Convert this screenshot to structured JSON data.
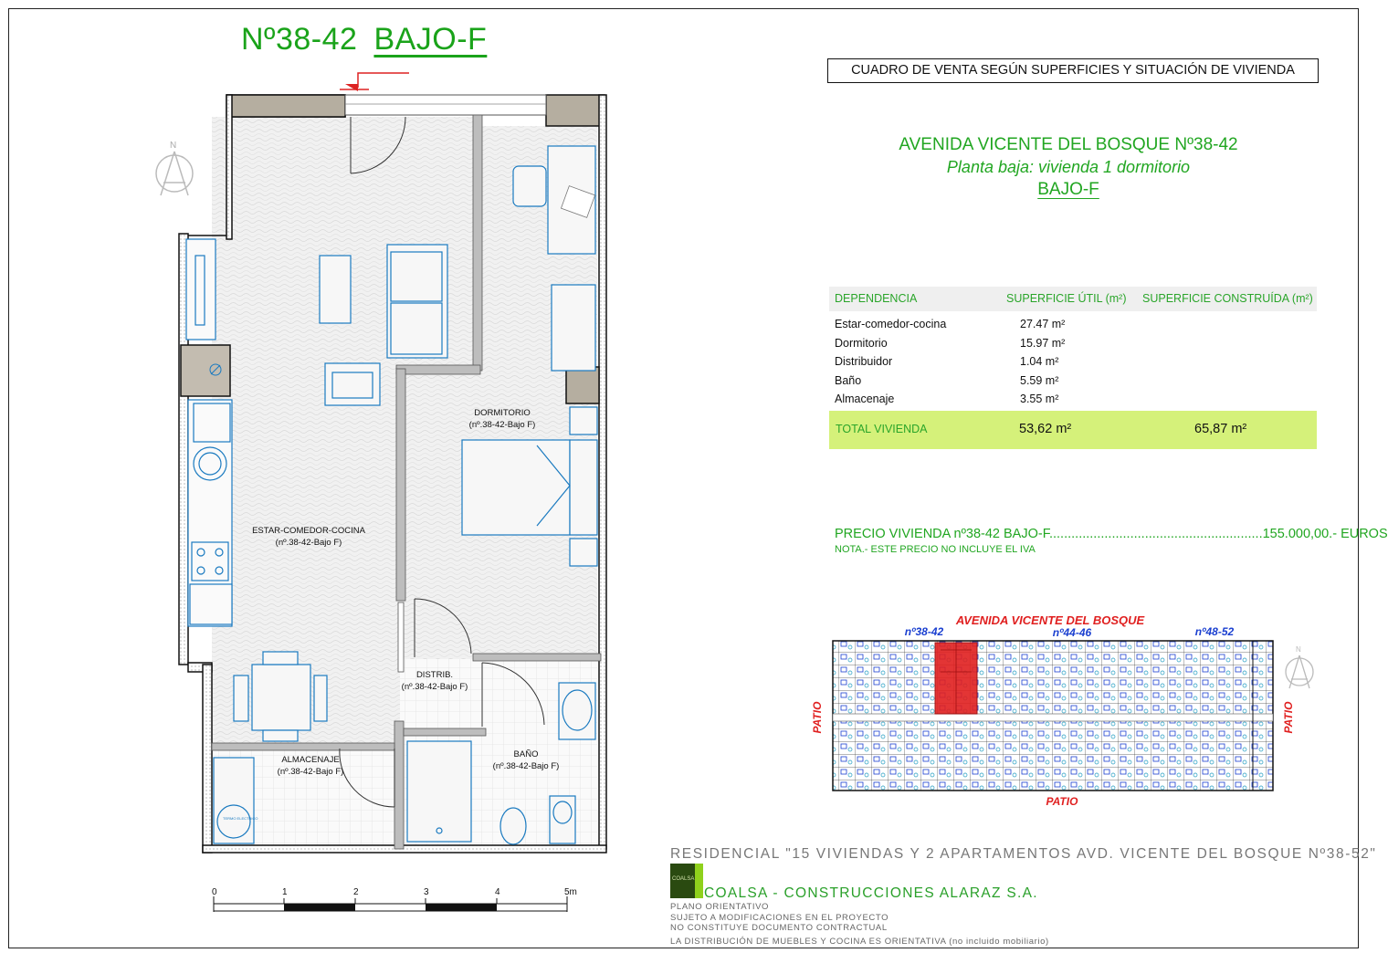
{
  "header": {
    "number": "Nº38-42",
    "unit": "BAJO-F"
  },
  "sale_box": "CUADRO DE VENTA SEGÚN SUPERFICIES Y SITUACIÓN DE VIVIENDA",
  "address": {
    "street": "AVENIDA VICENTE DEL BOSQUE Nº38-42",
    "subtitle": "Planta baja: vivienda 1 dormitorio",
    "unit": "BAJO-F"
  },
  "table": {
    "headers": [
      "DEPENDENCIA",
      "SUPERFICIE ÚTIL (m²)",
      "SUPERFICIE CONSTRUÍDA (m²)"
    ],
    "rows": [
      {
        "name": "Estar-comedor-cocina",
        "util": "27.47 m²"
      },
      {
        "name": "Dormitorio",
        "util": "15.97 m²"
      },
      {
        "name": "Distribuidor",
        "util": "1.04 m²"
      },
      {
        "name": "Baño",
        "util": "5.59 m²"
      },
      {
        "name": "Almacenaje",
        "util": "3.55 m²"
      }
    ],
    "total": {
      "label": "TOTAL VIVIENDA",
      "util": "53,62 m²",
      "construida": "65,87 m²"
    }
  },
  "price": {
    "line": "PRECIO VIVIENDA nº38-42  BAJO-F..........................................................155.000,00.- EUROS",
    "note": "NOTA.- ESTE PRECIO NO INCLUYE EL IVA"
  },
  "floorplan": {
    "rooms": [
      {
        "name": "ESTAR-COMEDOR-COCINA",
        "ref": "(nº.38-42-Bajo F)"
      },
      {
        "name": "DORMITORIO",
        "ref": "(nº.38-42-Bajo F)"
      },
      {
        "name": "DISTRIB.",
        "ref": "(nº.38-42-Bajo F)"
      },
      {
        "name": "BAÑO",
        "ref": "(nº.38-42-Bajo F)"
      },
      {
        "name": "ALMACENAJE",
        "ref": "(nº.38-42-Bajo F)"
      }
    ],
    "scale_labels": [
      "0",
      "1",
      "2",
      "3",
      "4",
      "5m"
    ],
    "north": "N",
    "heater_label": "TERMO ELECTRICO"
  },
  "site": {
    "street": "AVENIDA VICENTE DEL BOSQUE",
    "blocks": [
      "nº38-42",
      "nº44-46",
      "nº48-52"
    ],
    "patio": "PATIO",
    "north": "N"
  },
  "footer": {
    "residencial": "RESIDENCIAL \"15 VIVIENDAS Y 2 APARTAMENTOS AVD. VICENTE DEL BOSQUE Nº38-52\"",
    "company": "COALSA - CONSTRUCCIONES ALARAZ S.A.",
    "logo_text": "COALSA",
    "notes": [
      "PLANO ORIENTATIVO",
      "SUJETO A MODIFICACIONES EN EL PROYECTO",
      "NO CONSTITUYE DOCUMENTO CONTRACTUAL",
      "LA DISTRIBUCIÓN DE MUEBLES Y COCINA ES ORIENTATIVA (no incluido mobiliario)"
    ]
  },
  "colors": {
    "green": "#21a621",
    "highlight": "#d5f17a",
    "red": "#e02020",
    "blue": "#1a3fd0",
    "wall": "#b5aea0"
  }
}
